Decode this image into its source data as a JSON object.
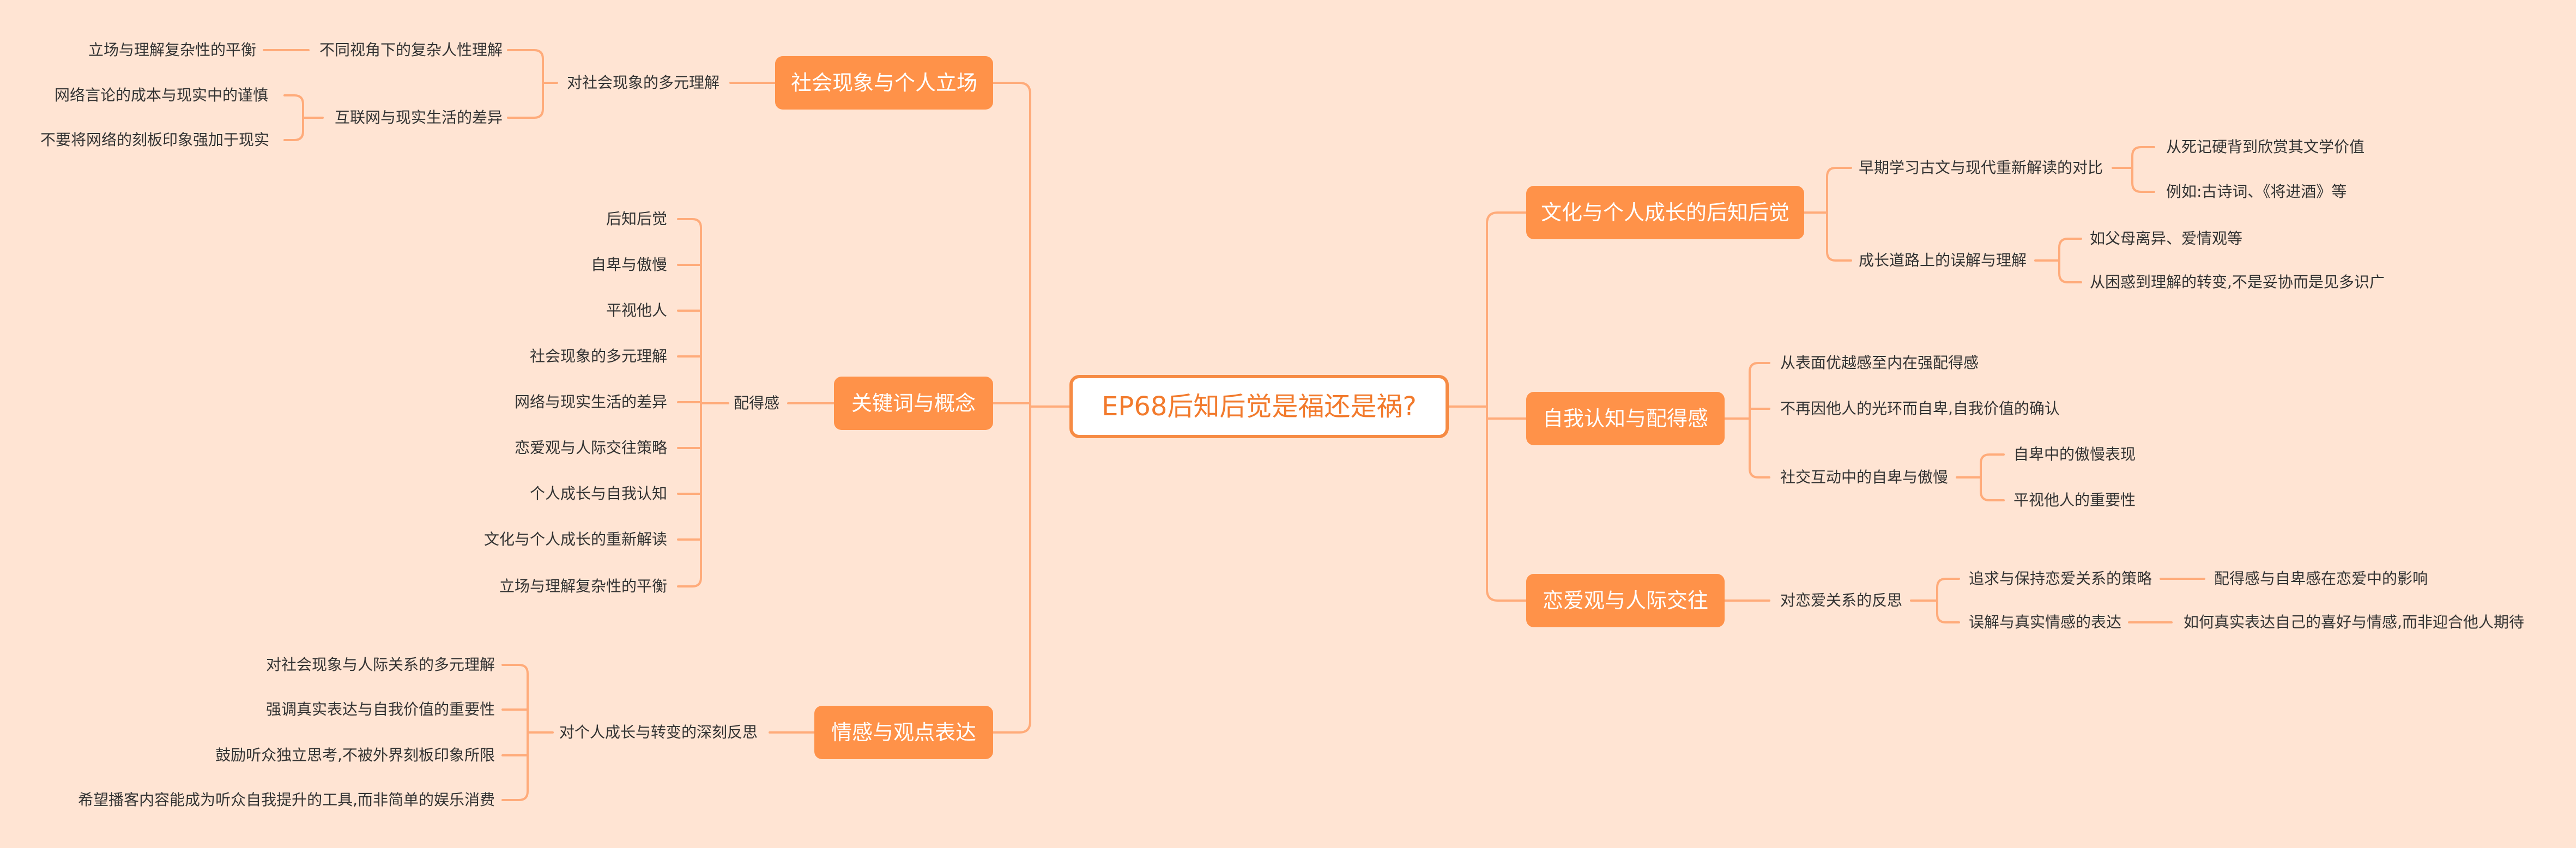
{
  "colors": {
    "background": "#ffe4d3",
    "branch": "#ff9249",
    "root_border": "#f68b44",
    "connector": "#ffab7a",
    "root_text": "#f27a2c"
  },
  "root": "EP68后知后觉是福还是祸?",
  "left": {
    "society": {
      "title": "社会现象与个人立场",
      "sub": "对社会现象的多元理解",
      "perspective": "不同视角下的复杂人性理解",
      "perspective_leaf": "立场与理解复杂性的平衡",
      "online": "互联网与现实生活的差异",
      "online_leaves": [
        "网络言论的成本与现实中的谨慎",
        "不要将网络的刻板印象强加于现实"
      ]
    },
    "keywords": {
      "title": "关键词与概念",
      "sub": "配得感",
      "items": [
        "后知后觉",
        "自卑与傲慢",
        "平视他人",
        "社会现象的多元理解",
        "网络与现实生活的差异",
        "恋爱观与人际交往策略",
        "个人成长与自我认知",
        "文化与个人成长的重新解读",
        "立场与理解复杂性的平衡"
      ]
    },
    "emotion": {
      "title": "情感与观点表达",
      "sub": "对个人成长与转变的深刻反思",
      "items": [
        "对社会现象与人际关系的多元理解",
        "强调真实表达与自我价值的重要性",
        "鼓励听众独立思考,不被外界刻板印象所限",
        "希望播客内容能成为听众自我提升的工具,而非简单的娱乐消费"
      ]
    }
  },
  "right": {
    "culture": {
      "title": "文化与个人成长的后知后觉",
      "classics": "早期学习古文与现代重新解读的对比",
      "classics_leaves": [
        "从死记硬背到欣赏其文学价值",
        "例如:古诗词、《将进酒》等"
      ],
      "growth": "成长道路上的误解与理解",
      "growth_leaves": [
        "如父母离异、爱情观等",
        "从困惑到理解的转变,不是妥协而是见多识广"
      ]
    },
    "self": {
      "title": "自我认知与配得感",
      "items": [
        "从表面优越感至内在强配得感",
        "不再因他人的光环而自卑,自我价值的确认"
      ],
      "social": "社交互动中的自卑与傲慢",
      "social_leaves": [
        "自卑中的傲慢表现",
        "平视他人的重要性"
      ]
    },
    "love": {
      "title": "恋爱观与人际交往",
      "sub": "对恋爱关系的反思",
      "strategy": "追求与保持恋爱关系的策略",
      "strategy_leaf": "配得感与自卑感在恋爱中的影响",
      "expression": "误解与真实情感的表达",
      "expression_leaf": "如何真实表达自己的喜好与情感,而非迎合他人期待"
    }
  }
}
